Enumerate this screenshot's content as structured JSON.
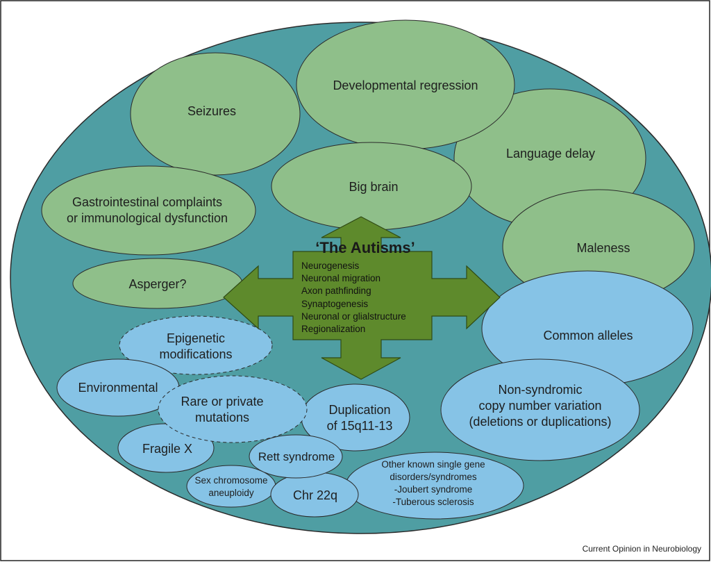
{
  "colors": {
    "background": "#ffffff",
    "outer_fill": "#4f9ea3",
    "phenotype_fill": "#8fbf8a",
    "genetic_fill": "#86c3e6",
    "arrow_fill": "#5e8a2c",
    "stroke": "#2a2a2a"
  },
  "title": "‘The Autisms’",
  "center_items": [
    "Neurogenesis",
    "Neuronal migration",
    "Axon pathfinding",
    "Synaptogenesis",
    "Neuronal or glialstructure",
    "Regionalization"
  ],
  "phenotypes": {
    "developmental_regression": "Developmental regression",
    "seizures": "Seizures",
    "language_delay": "Language delay",
    "big_brain": "Big brain",
    "gi_line1": "Gastrointestinal complaints",
    "gi_line2": "or immunological dysfunction",
    "maleness": "Maleness",
    "asperger": "Asperger?"
  },
  "genetics": {
    "common_alleles": "Common alleles",
    "cnv_line1": "Non-syndromic",
    "cnv_line2": "copy number variation",
    "cnv_line3": "(deletions or duplications)",
    "epigenetic_line1": "Epigenetic",
    "epigenetic_line2": "modifications",
    "environmental": "Environmental",
    "rare_line1": "Rare or private",
    "rare_line2": "mutations",
    "dup_line1": "Duplication",
    "dup_line2": "of 15q11-13",
    "fragile_x": "Fragile X",
    "rett": "Rett syndrome",
    "sex_line1": "Sex chromosome",
    "sex_line2": "aneuploidy",
    "chr22q": "Chr 22q",
    "other_line1": "Other known single gene",
    "other_line2": "disorders/syndromes",
    "other_line3": "-Joubert syndrome",
    "other_line4": "-Tuberous sclerosis"
  },
  "footer": "Current Opinion in Neurobiology"
}
